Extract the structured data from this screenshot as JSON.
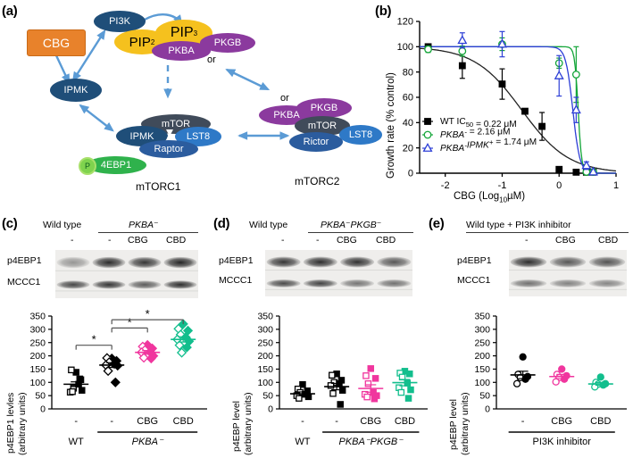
{
  "figure": {
    "panels": [
      "(a)",
      "(b)",
      "(c)",
      "(d)",
      "(e)"
    ]
  },
  "panel_a": {
    "label": "(a)",
    "nodes": [
      {
        "name": "CBG",
        "text": "CBG",
        "color": "#E8822B"
      },
      {
        "name": "PI3K",
        "text": "PI3K",
        "color": "#1F4E79"
      },
      {
        "name": "PIP2",
        "text": "PIP",
        "subscript": "2",
        "color": "#F5C11E"
      },
      {
        "name": "PIP3",
        "text": "PIP",
        "subscript": "3",
        "color": "#F5C11E"
      },
      {
        "name": "PKBA",
        "text": "PKBA",
        "color": "#8B3A9E"
      },
      {
        "name": "PKGB",
        "text": "PKGB",
        "color": "#8B3A9E"
      },
      {
        "name": "IPMK",
        "text": "IPMK",
        "color": "#1F4E79"
      },
      {
        "name": "mTOR1",
        "text": "mTOR",
        "color": "#404B5A"
      },
      {
        "name": "IPMK1",
        "text": "IPMK",
        "color": "#1F4E79"
      },
      {
        "name": "LST8_1",
        "text": "LST8",
        "color": "#2E79C7"
      },
      {
        "name": "Raptor",
        "text": "Raptor",
        "color": "#2B5C9E"
      },
      {
        "name": "4EBP1",
        "text": "4EBP1",
        "color": "#2FB24C"
      },
      {
        "name": "P",
        "text": "P",
        "color": "#2FB24C"
      },
      {
        "name": "PKBA2",
        "text": "PKBA",
        "color": "#8B3A9E"
      },
      {
        "name": "PKGB2",
        "text": "PKGB",
        "color": "#8B3A9E"
      },
      {
        "name": "mTOR2",
        "text": "mTOR",
        "color": "#404B5A"
      },
      {
        "name": "Rictor",
        "text": "Rictor",
        "color": "#2B5C9E"
      },
      {
        "name": "LST8_2",
        "text": "LST8",
        "color": "#2E79C7"
      }
    ],
    "or_top": "or",
    "or_right": "or",
    "complex1_label": "mTORC1",
    "complex2_label": "mTORC2",
    "arrow_color": "#5B9BD5"
  },
  "panel_b": {
    "label": "(b)",
    "chart_data": {
      "type": "line",
      "title": "",
      "xlabel": "CBG (Log10μM)",
      "ylabel": "Growth rate (% control)",
      "xlim": [
        -2.45,
        1.0
      ],
      "ylim": [
        0,
        120
      ],
      "xticks": [
        -2,
        -1,
        0,
        1
      ],
      "yticks": [
        0,
        20,
        40,
        60,
        80,
        100,
        120
      ],
      "grid": false,
      "legend_position": "bottom-left",
      "series": [
        {
          "name": "WT IC50 = 0.22 μM",
          "legend_parts": {
            "pre": "WT IC",
            "sub": "50",
            "post": " = 0.22 μM"
          },
          "color": "#000000",
          "marker": "square",
          "x": [
            -2.3,
            -1.7,
            -1.0,
            -0.6,
            -0.3,
            0.0,
            0.3,
            0.48,
            0.6
          ],
          "y": [
            100.0,
            85.0,
            70.5,
            49.0,
            37.0,
            3.0,
            0.8,
            0.8,
            0.8
          ],
          "yerr": [
            2.0,
            10.0,
            12.0,
            1.5,
            11.0,
            1.0,
            0.5,
            0.5,
            0.5
          ],
          "ic50": 0.22
        },
        {
          "name": "PKBA- = 2.16 μM",
          "legend_parts": {
            "pre": "PKBA",
            "sup": "-",
            "post": " = 2.16 μM"
          },
          "color": "#13A538",
          "marker": "circle",
          "x": [
            -2.3,
            -1.7,
            -1.0,
            0.0,
            0.3,
            0.48,
            0.6
          ],
          "y": [
            98.0,
            96.5,
            102.0,
            87.0,
            78.0,
            1.0,
            1.0
          ],
          "yerr": [
            2.5,
            4.0,
            5.0,
            4.0,
            22.0,
            1.0,
            1.0
          ],
          "ic50": 2.16
        },
        {
          "name": "PKBA-IPMK+ = 1.74 μM",
          "legend_parts": {
            "pre": "PKBA",
            "sup": "-",
            "mid": "IPMK",
            "sup2": "+",
            "post": " = 1.74 μM"
          },
          "color": "#2D3FD6",
          "marker": "triangle",
          "x": [
            -1.7,
            -1.0,
            0.0,
            0.3,
            0.48,
            0.6
          ],
          "y": [
            105.0,
            102.0,
            77.0,
            50.0,
            6.0,
            1.0
          ],
          "yerr": [
            6.0,
            10.0,
            16.0,
            10.0,
            3.0,
            1.0
          ],
          "ic50": 1.74
        }
      ]
    }
  },
  "panel_c": {
    "label": "(c)",
    "blot": {
      "header_left": "Wild type",
      "header_right": "PKBA⁻",
      "lanes": [
        "-",
        "-",
        "CBG",
        "CBD"
      ],
      "rows": [
        "p4EBP1",
        "MCCC1"
      ]
    },
    "chart_data": {
      "type": "scatter",
      "ylabel_line1": "p4EBP1 levles",
      "ylabel_line2": "(arbitrary units)",
      "ylim": [
        0,
        350
      ],
      "yticks": [
        0,
        50,
        100,
        150,
        200,
        250,
        300,
        350
      ],
      "grid": false,
      "categories": [
        "-",
        "-",
        "CBG",
        "CBD"
      ],
      "group_labels": [
        {
          "text": "WT",
          "span": 1
        },
        {
          "text": "PKBA⁻",
          "span": 3
        }
      ],
      "groups": [
        {
          "name": "WT",
          "color": "#000000",
          "marker": "square",
          "values": [
            138,
            147,
            110,
            78,
            93,
            63,
            70,
            65,
            113
          ],
          "mean": 93,
          "sem": 9
        },
        {
          "name": "PKBA-",
          "color": "#000000",
          "marker": "diamond",
          "values": [
            190,
            192,
            181,
            176,
            170,
            165,
            163,
            143,
            100
          ],
          "mean": 165,
          "sem": 9
        },
        {
          "name": "PKBA- CBG",
          "color": "#F0369E",
          "marker": "diamond",
          "values": [
            241,
            235,
            228,
            222,
            215,
            213,
            200,
            193,
            190
          ],
          "mean": 213,
          "sem": 7
        },
        {
          "name": "PKBA- CBD",
          "color": "#12BE8D",
          "marker": "diamond",
          "values": [
            320,
            302,
            295,
            280,
            270,
            262,
            255,
            240,
            232,
            212
          ],
          "mean": 262,
          "sem": 10
        }
      ],
      "significance": [
        {
          "from": 0,
          "to": 1,
          "y": 240,
          "symbol": "*"
        },
        {
          "from": 1,
          "to": 2,
          "y": 305,
          "symbol": "*"
        },
        {
          "from": 1,
          "to": 3,
          "y": 336,
          "symbol": "*"
        }
      ]
    }
  },
  "panel_d": {
    "label": "(d)",
    "blot": {
      "header_left": "Wild type",
      "header_right": "PKBA⁻PKGB⁻",
      "lanes": [
        "-",
        "-",
        "CBG",
        "CBD"
      ],
      "rows": [
        "p4EBP1",
        "MCCC1"
      ]
    },
    "chart_data": {
      "type": "scatter",
      "ylabel_line1": "p4EBP level",
      "ylabel_line2": "(arbitrary units)",
      "ylim": [
        0,
        350
      ],
      "yticks": [
        0,
        50,
        100,
        150,
        200,
        250,
        300,
        350
      ],
      "grid": false,
      "categories": [
        "-",
        "-",
        "CBG",
        "CBD"
      ],
      "group_labels": [
        {
          "text": "WT",
          "span": 1
        },
        {
          "text": "PKBA⁻PKGB⁻",
          "span": 3
        }
      ],
      "groups": [
        {
          "name": "WT",
          "color": "#000000",
          "marker": "square",
          "values": [
            92,
            75,
            68,
            62,
            55,
            50,
            46,
            40
          ],
          "mean": 57,
          "sem": 7
        },
        {
          "name": "PKBA-PKGB-",
          "color": "#000000",
          "marker": "square",
          "values": [
            132,
            127,
            108,
            100,
            95,
            88,
            70,
            58,
            17
          ],
          "mean": 84,
          "sem": 12
        },
        {
          "name": "PKBA-PKGB- CBG",
          "color": "#F0369E",
          "marker": "square",
          "values": [
            152,
            125,
            115,
            95,
            62,
            55,
            50,
            45,
            38
          ],
          "mean": 77,
          "sem": 14
        },
        {
          "name": "PKBA-PKGB- CBD",
          "color": "#12BE8D",
          "marker": "square",
          "values": [
            142,
            135,
            132,
            120,
            97,
            80,
            72,
            62,
            40
          ],
          "mean": 99,
          "sem": 12
        }
      ],
      "significance": []
    }
  },
  "panel_e": {
    "label": "(e)",
    "blot": {
      "header": "Wild type + PI3K inhibitor",
      "lanes": [
        "-",
        "CBG",
        "CBD"
      ],
      "rows": [
        "p4EBP1",
        "MCCC1"
      ]
    },
    "chart_data": {
      "type": "scatter",
      "ylabel_line1": "p4EBP level",
      "ylabel_line2": "(arbitrary units)",
      "ylim": [
        0,
        350
      ],
      "yticks": [
        0,
        50,
        100,
        150,
        200,
        250,
        300,
        350
      ],
      "grid": false,
      "categories": [
        "-",
        "CBG",
        "CBD"
      ],
      "group_labels": [
        {
          "text": "PI3K inhibitor",
          "span": 3
        }
      ],
      "groups": [
        {
          "name": "control",
          "color": "#000000",
          "marker": "circle",
          "values": [
            196,
            130,
            122,
            118,
            112,
            95
          ],
          "mean": 128,
          "sem": 14
        },
        {
          "name": "CBG",
          "color": "#F0369E",
          "marker": "circle",
          "values": [
            150,
            130,
            125,
            118,
            112,
            102
          ],
          "mean": 122,
          "sem": 8
        },
        {
          "name": "CBD",
          "color": "#12BE8D",
          "marker": "circle",
          "values": [
            120,
            100,
            95,
            93,
            90,
            83
          ],
          "mean": 94,
          "sem": 5
        }
      ],
      "significance": []
    }
  }
}
